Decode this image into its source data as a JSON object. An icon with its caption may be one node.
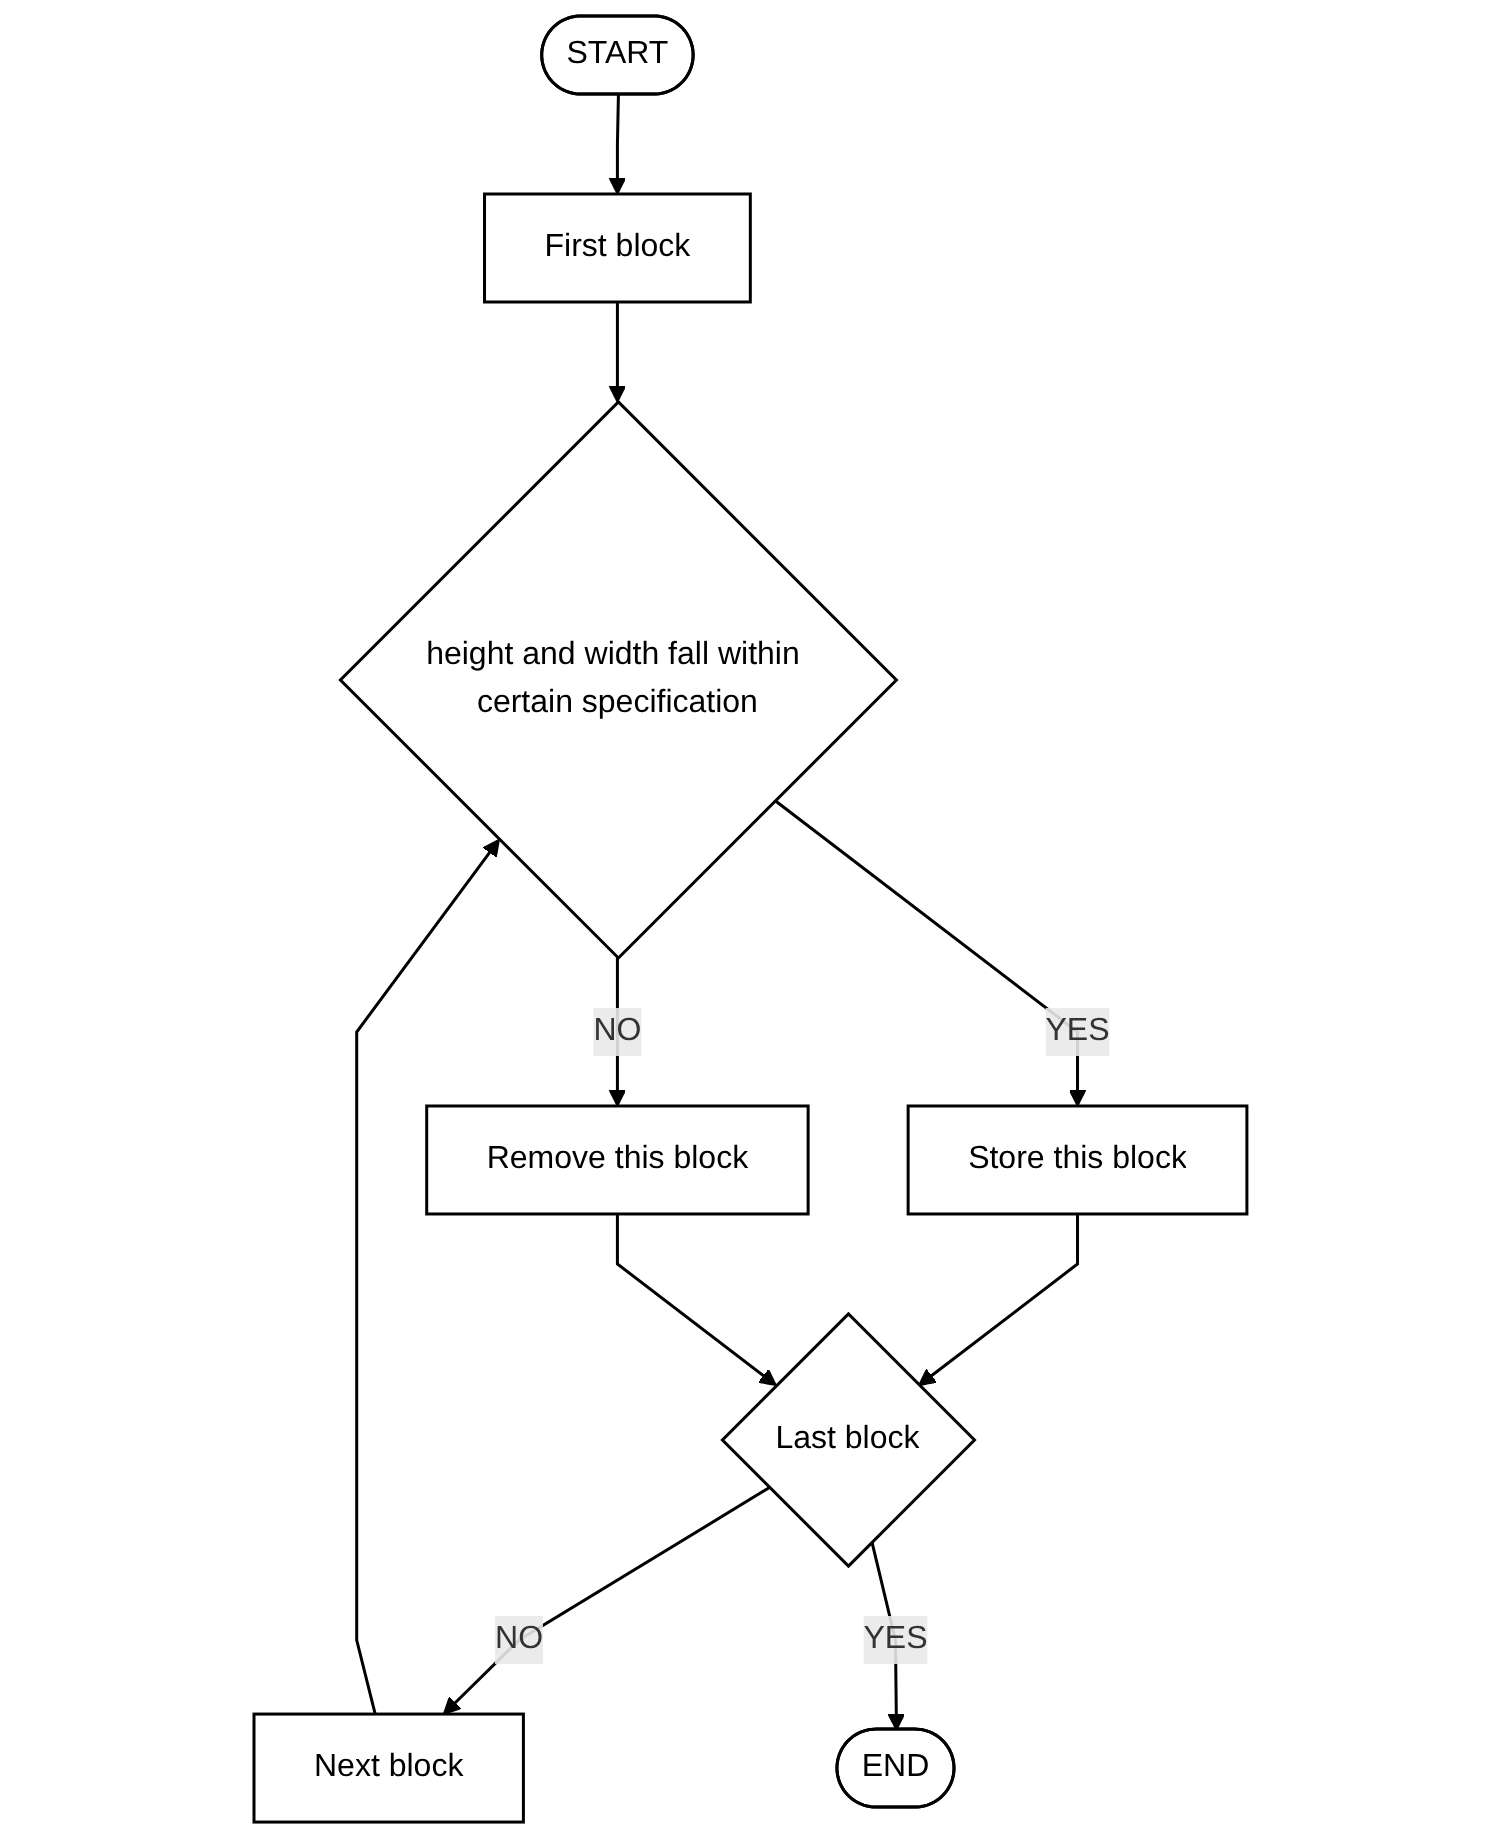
{
  "diagram": {
    "nodes": [
      {
        "text": [
          "START"
        ]
      },
      {
        "text": [
          "First block"
        ]
      },
      {
        "text": [
          "height and width fall within certain specification"
        ]
      },
      {
        "text": [
          "Remove this block"
        ]
      },
      {
        "text": [
          "Store this block"
        ]
      },
      {
        "text": [
          "Last block"
        ]
      },
      {
        "text": [
          "Next block"
        ]
      },
      {
        "text": [
          "END"
        ]
      }
    ],
    "edges": [
      {
        "from": 0,
        "to": 1,
        "arrow": "to"
      },
      {
        "from": 1,
        "to": 2,
        "arrow": "to"
      },
      {
        "from": 2,
        "to": 3,
        "arrow": "to",
        "label": "NO"
      },
      {
        "from": 2,
        "to": 4,
        "arrow": "to",
        "label": "YES"
      },
      {
        "from": 4,
        "to": 5,
        "arrow": "to"
      },
      {
        "from": 3,
        "to": 5,
        "arrow": "to"
      },
      {
        "from": 5,
        "to": 6,
        "arrow": "to",
        "label": "NO"
      },
      {
        "from": 6,
        "to": 2,
        "arrow": "to"
      },
      {
        "from": 5,
        "to": 7,
        "arrow": "to",
        "label": "YES"
      }
    ]
  }
}
